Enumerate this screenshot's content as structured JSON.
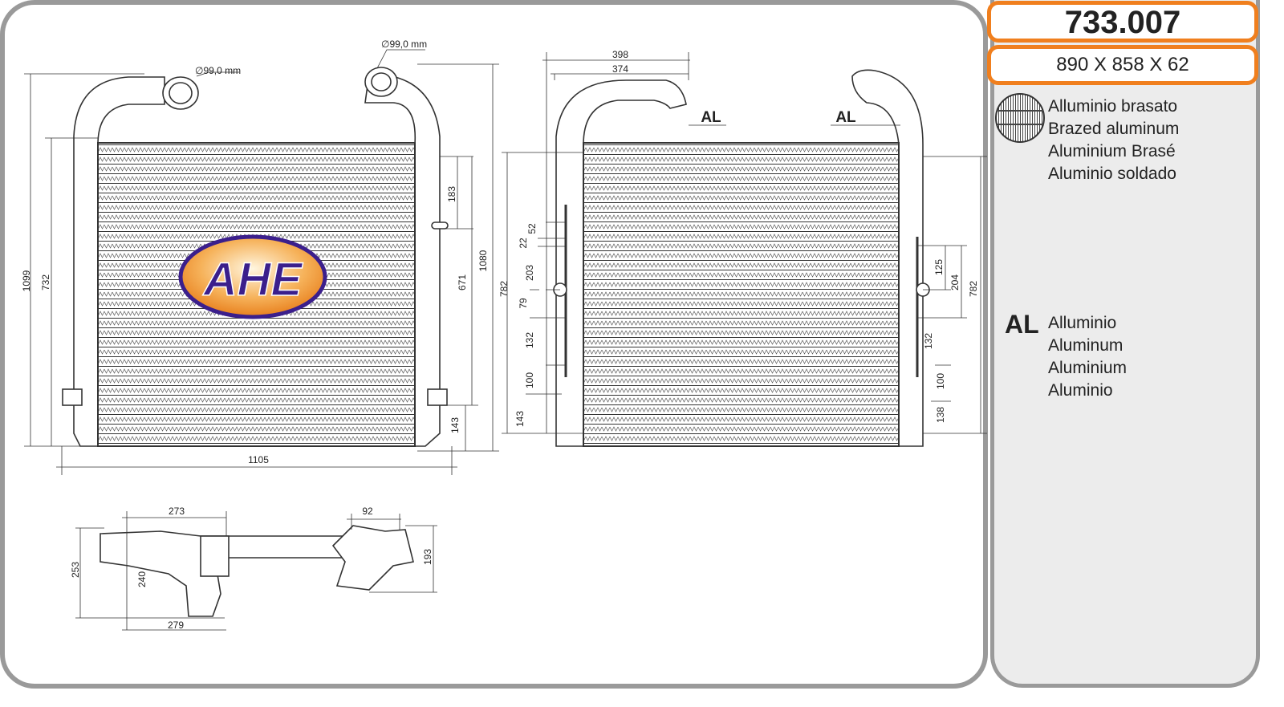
{
  "header": {
    "part_code": "733.007",
    "dimensions": "890 X 858 X 62"
  },
  "legend": {
    "core_material": [
      "Alluminio brasato",
      "Brazed aluminum",
      "Aluminium Brasé",
      "Aluminio soldado"
    ],
    "tank_symbol": "AL",
    "tank_material": [
      "Alluminio",
      "Aluminum",
      "Aluminium",
      "Aluminio"
    ]
  },
  "logo": {
    "text": "AHE"
  },
  "front_view": {
    "pipe_dia_left": "∅99,0 mm",
    "pipe_dia_right": "∅99,0 mm",
    "h_total": "1099",
    "h_core_left": "732",
    "h_bracket": "183",
    "h_core_right": "671",
    "h_total_right": "1080",
    "h_bottom": "143",
    "width": "1105"
  },
  "side_view": {
    "top_outer": "398",
    "top_inner": "374",
    "al_left": "AL",
    "al_right": "AL",
    "left_height": "782",
    "l52": "52",
    "l22": "22",
    "l203": "203",
    "l79": "79",
    "l132": "132",
    "l100": "100",
    "l143": "143",
    "r125": "125",
    "r204": "204",
    "right_height": "782",
    "r132": "132",
    "r100": "100",
    "r138": "138"
  },
  "top_view": {
    "d273": "273",
    "d92": "92",
    "d253": "253",
    "d240": "240",
    "d193": "193",
    "d279": "279"
  },
  "colors": {
    "accent": "#f07f1e",
    "frame": "#9a9a9a",
    "logo_purple": "#3b1f8c",
    "logo_orange": "#f39b3a"
  }
}
